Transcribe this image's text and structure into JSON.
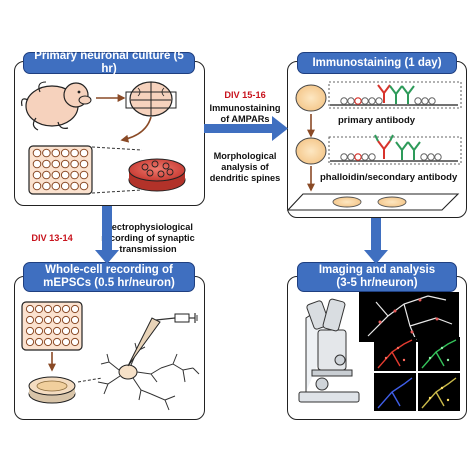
{
  "panels": {
    "culture": {
      "title": "Primary neuronal culture (5 hr)"
    },
    "immuno": {
      "title": "Immunostaining (1 day)"
    },
    "recording": {
      "title_line1": "Whole-cell recording of",
      "title_line2": "mEPSCs (0.5 hr/neuron)"
    },
    "imaging": {
      "title_line1": "Imaging and analysis",
      "title_line2": "(3-5 hr/neuron)"
    }
  },
  "notes": {
    "div_15_16": "DIV 15-16",
    "immuno_ampar_line1": "Immunostaining",
    "immuno_ampar_line2": "of AMPARs",
    "morph_line1": "Morphological",
    "morph_line2": "analysis of",
    "morph_line3": "dendritic spines",
    "div_13_14": "DIV 13-14",
    "ephys_line1": "Electrophysiological",
    "ephys_line2": "recording of synaptic",
    "ephys_line3": "transmission"
  },
  "labels": {
    "primary_antibody": "primary antibody",
    "phalloidin_secondary": "phalloidin/secondary antibody"
  },
  "colors": {
    "title_blue": "#3f6fc0",
    "arrow_blue": "#3f6fc0",
    "div_red": "#c8141e",
    "dish_pink": "#e5534b",
    "embryo_skin": "#f6d2bd",
    "antibody_green": "#2e9b5a",
    "antibody_red": "#d8342c"
  },
  "icons": [
    "embryo-icon",
    "brain-icon",
    "well-plate-icon",
    "culture-dish-icon",
    "microscope-icon",
    "recording-pipette-icon",
    "neuron-icon",
    "coverslip-icon",
    "antibody-icon"
  ]
}
